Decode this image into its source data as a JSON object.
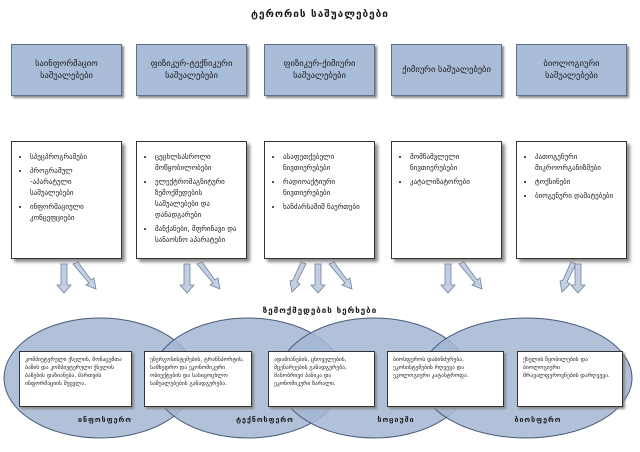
{
  "title": "ტერორის საშუალებები",
  "categories": [
    {
      "label": "საინფორმაციო საშუალებები",
      "items": [
        "სპეცპროგრამები",
        "პროგრამულ -აპარატული საშუალებები",
        "ინფორმაციული კონცეფციები"
      ]
    },
    {
      "label": "ფიზიკურ-ტექნიკური საშუალებები",
      "items": [
        "ცეცხლსასროლი მოწყობილობები",
        "ელექტრომაგნიტური ზემოქმედების საშუალებები და დანადგარები",
        "მანქანები, მფრინავი და სანაოსნო აპარატები"
      ]
    },
    {
      "label": "ფიზიკურ-ქიმიური საშუალებები",
      "items": [
        "ასაფეთქებელი ნივთიერებები",
        "რადიოაქტიური ნივთიერებები",
        "ხანძარსაშიშ ნაერთები"
      ]
    },
    {
      "label": "ქიმიური საშუალებები",
      "items": [
        "მომწამვლელი ნივთიერებები",
        "კატალიზატორები"
      ]
    },
    {
      "label": "ბიოლოგიური საშუალებები",
      "items": [
        "პათოგენური მიკროორგანიზმები",
        "ტოქსინები",
        "ბიოგენური დამატებები"
      ]
    }
  ],
  "impact_title": "ზემოქმედების ხერხები",
  "spheres": [
    {
      "label": "ინფოსფერო",
      "text": "კომპიუტერული ქსელის, მონაცემთა ბაზის და კომპიუტერული ქსელის ბაზების დაზიანება, მართვის ინფორმაციის შეცვლა."
    },
    {
      "label": "ტექნოსფერო",
      "text": "ენერგოსისტემების, ტრანსპორტის, სამხედრო და ეკონომიკური ობიექტების და სასიცოცხლო საშუალებების განადგურება."
    },
    {
      "label": "სოციუმი",
      "text": "ადამიანების, ცხოველების, მცენარეების განადგურება, მასობრივი პანიკა და ეკონომიკური ზარალი."
    },
    {
      "label": "ბიოსფერო",
      "text": "ბიოსფეროს დაბინძურება, ეკოსისტემების რღვევა და ეკოლოგიური კატასტროფა."
    }
  ],
  "notes": [
    {
      "text": "ქსელის წყობილების და ბიოლოგიური მრავალფეროვნების დარღვევა."
    }
  ],
  "colors": {
    "box_fill": "#a9bcd8",
    "ellipse_fill": "#a3b6d3",
    "arrow_fill": "#c3d0e4"
  }
}
